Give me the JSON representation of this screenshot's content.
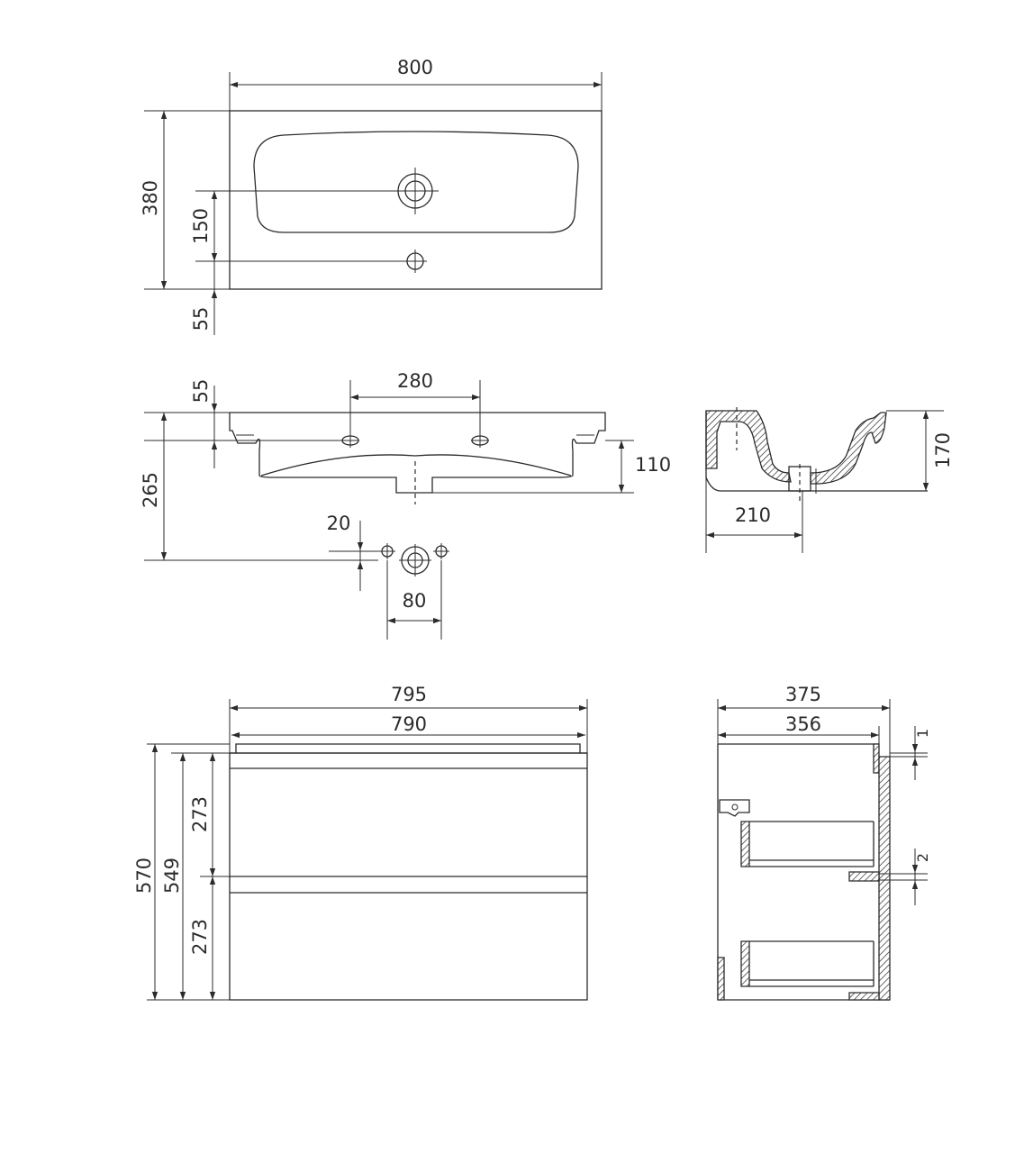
{
  "top_view": {
    "width": "800",
    "depth": "380",
    "tap_hole_offset": "150",
    "edge_offset": "55"
  },
  "front_section": {
    "edge_offset": "55",
    "hole_spacing": "280",
    "bowl_depth": "110",
    "overall_height": "265",
    "bracket_offset": "20",
    "bracket_spacing": "80"
  },
  "side_section": {
    "height": "170",
    "drain_offset": "210"
  },
  "cabinet_front": {
    "outer_width": "795",
    "inner_width": "790",
    "total_height": "570",
    "body_height": "549",
    "upper_drawer": "273",
    "lower_drawer": "273"
  },
  "cabinet_side": {
    "outer_depth": "375",
    "inner_depth": "356",
    "top_gap": "1",
    "drawer_gap": "2"
  }
}
